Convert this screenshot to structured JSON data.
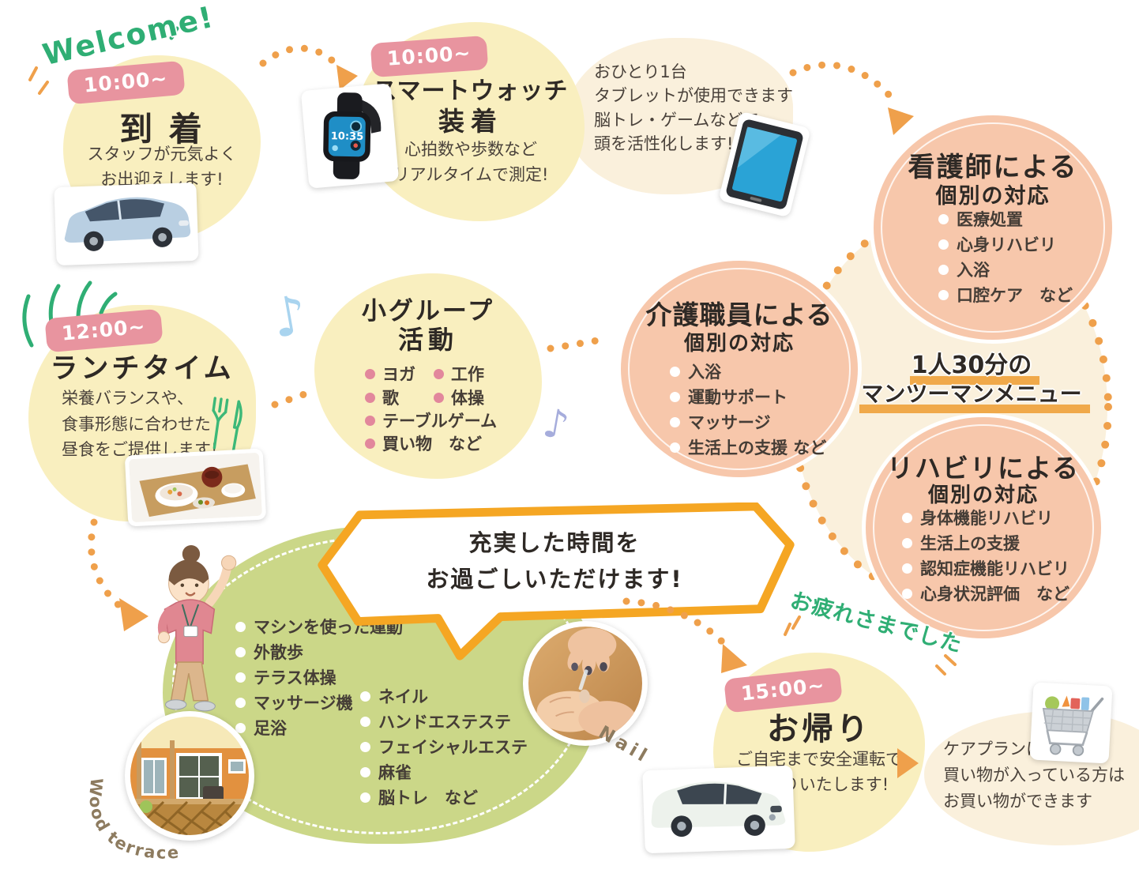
{
  "colors": {
    "yellow_blob": "#f9efbf",
    "cream_blob": "#faf0dc",
    "salmon_circle": "#f7c7ab",
    "green_blob": "#cbd788",
    "badge_pink": "#e8949f",
    "orange_accent": "#efa04b",
    "hand_green": "#2fae74",
    "bullet_pink": "#e2879c",
    "bar_orange": "#f0a94a",
    "bubble_orange": "#f5a623",
    "text_dark": "#433c34",
    "caption_brown": "#8d7b5f"
  },
  "decor": {
    "welcome": "Welcome!",
    "otsukare": "お疲れさまでした",
    "wood_caption": "Wood terrace",
    "nail_caption": "Nail",
    "note": "♪"
  },
  "arrival": {
    "time": "10:00~",
    "title": "到 着",
    "line1": "スタッフが元気よく",
    "line2": "お出迎えします!"
  },
  "smartwatch": {
    "time": "10:00~",
    "title1": "スマートウォッチ",
    "title2": "装着",
    "line1": "心拍数や歩数など",
    "line2": "リアルタイムで測定!",
    "watch_time": "10:35"
  },
  "tablet_note": {
    "line1": "おひとり1台",
    "line2": "タブレットが使用できます",
    "line3": "脳トレ・ゲームなどで",
    "line4": "頭を活性化します!"
  },
  "nurse": {
    "title": "看護師による",
    "subtitle": "個別の対応",
    "items": [
      "医療処置",
      "心身リハビリ",
      "入浴",
      "口腔ケア　など"
    ]
  },
  "care": {
    "title": "介護職員による",
    "subtitle": "個別の対応",
    "items": [
      "入浴",
      "運動サポート",
      "マッサージ",
      "生活上の支援 など"
    ]
  },
  "man_to_man": {
    "line1": "1人30分の",
    "line2": "マンツーマンメニュー"
  },
  "rehab": {
    "title": "リハビリによる",
    "subtitle": "個別の対応",
    "items": [
      "身体機能リハビリ",
      "生活上の支援",
      "認知症機能リハビリ",
      "心身状況評価　など"
    ]
  },
  "lunch": {
    "time": "12:00~",
    "title": "ランチタイム",
    "line1": "栄養バランスや、",
    "line2": "食事形態に合わせた",
    "line3": "昼食をご提供します!"
  },
  "group": {
    "title1": "小グループ",
    "title2": "活動",
    "items": [
      "ヨガ",
      "工作",
      "歌",
      "体操",
      "テーブルゲーム",
      "買い物　など"
    ]
  },
  "bubble": {
    "line1": "充実した時間を",
    "line2": "お過ごしいただけます!"
  },
  "free": {
    "left": [
      "マシンを使った運動",
      "外散歩",
      "テラス体操",
      "マッサージ機",
      "足浴"
    ],
    "right": [
      "ネイル",
      "ハンドエステステ",
      "フェイシャルエステ",
      "麻雀",
      "脳トレ　など"
    ]
  },
  "back": {
    "time": "15:00~",
    "title": "お帰り",
    "line1": "ご自宅まで安全運転で",
    "line2": "お送りいたします!"
  },
  "shopping": {
    "line1": "ケアプランに",
    "line2": "買い物が入っている方は",
    "line3": "お買い物ができます"
  }
}
